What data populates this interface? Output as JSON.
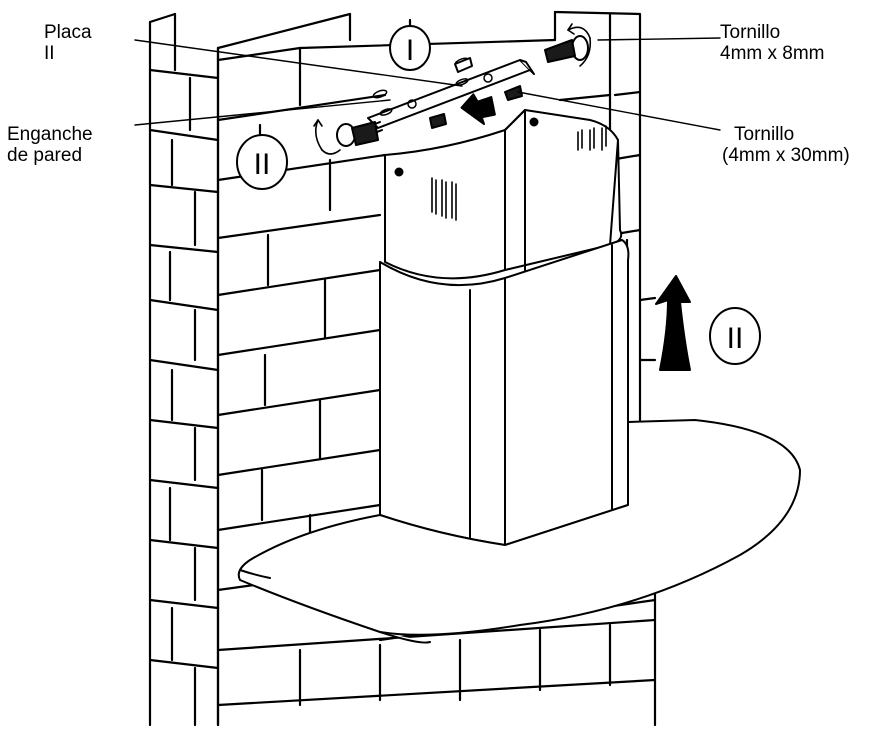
{
  "labels": {
    "placa_line1": "Placa",
    "placa_line2": "II",
    "enganche_line1": "Enganche",
    "enganche_line2": "de pared",
    "tornillo_top_line1": "Tornillo",
    "tornillo_top_line2": "4mm x 8mm",
    "tornillo_right_line1": "Tornillo",
    "tornillo_right_line2": "(4mm x 30mm)"
  },
  "steps": {
    "step_i": "I",
    "step_ii_left": "II",
    "step_ii_right": "II"
  },
  "colors": {
    "line": "#000000",
    "background": "#ffffff",
    "screw_fill": "#1a1a1a"
  }
}
